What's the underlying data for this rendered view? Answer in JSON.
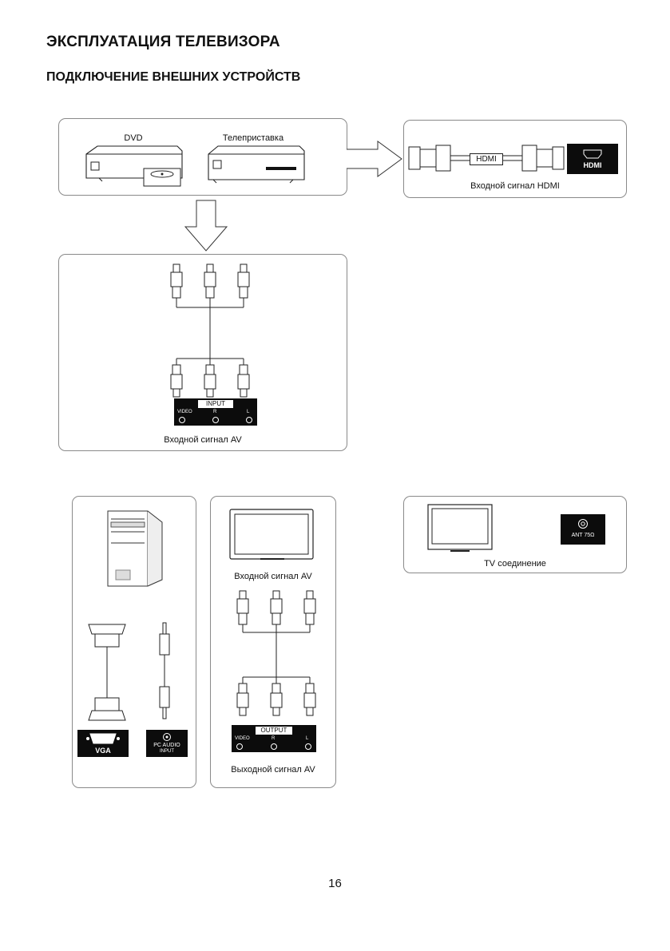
{
  "page": {
    "section_title": "ЭКСПЛУАТАЦИЯ ТЕЛЕВИЗОРА",
    "subsection_title": "ПОДКЛЮЧЕНИЕ ВНЕШНИХ УСТРОЙСТВ",
    "page_number": "16"
  },
  "sources_panel": {
    "dvd_label": "DVD",
    "stb_label": "Телеприставка"
  },
  "hdmi_panel": {
    "cable_label": "HDMI",
    "port_label": "HDMI",
    "caption": "Входной сигнал HDMI"
  },
  "av_input_panel": {
    "input_header": "INPUT",
    "jack_labels": [
      "VIDEO",
      "R",
      "L"
    ],
    "caption": "Входной сигнал AV"
  },
  "pc_panel": {
    "vga_label": "VGA",
    "pc_audio_label": "PC AUDIO",
    "pc_audio_sub": "INPUT"
  },
  "av_output_panel": {
    "tv_caption": "Входной сигнал AV",
    "output_header": "OUTPUT",
    "jack_labels": [
      "VIDEO",
      "R",
      "L"
    ],
    "caption": "Выходной сигнал AV"
  },
  "tv_panel": {
    "ant_label": "ANT 75Ω",
    "caption": "TV соединение"
  }
}
